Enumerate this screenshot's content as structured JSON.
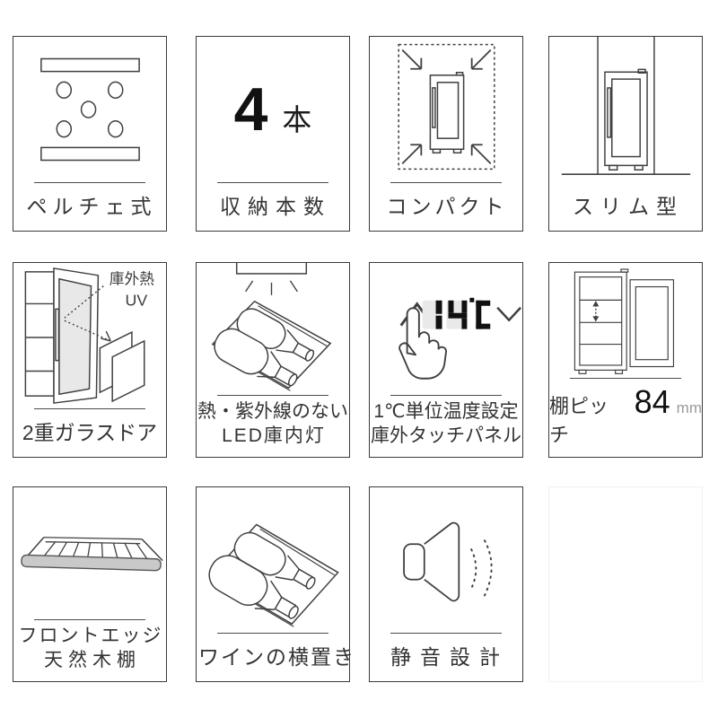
{
  "colors": {
    "line": "#404040",
    "box_border": "#3a3a3a",
    "glass_fill": "#e8e8e8",
    "wood_bar_fill": "#c9c9c9",
    "ghost_segment": "#e9e9e9",
    "digit": "#111111",
    "muted_unit": "#9a9a9a",
    "empty_box_border": "#f1f1f1"
  },
  "features": [
    {
      "key": "peltier",
      "label": "ペルチェ式"
    },
    {
      "key": "capacity",
      "label": "収納本数",
      "value": "4",
      "unit": "本"
    },
    {
      "key": "compact",
      "label": "コンパクト"
    },
    {
      "key": "slim",
      "label": "スリム型"
    },
    {
      "key": "double_glass_door",
      "label": "2重ガラスドア",
      "note1": "庫外熱",
      "note2": "UV"
    },
    {
      "key": "led_light",
      "label1": "熱・紫外線のない",
      "label2": "LED庫内灯"
    },
    {
      "key": "temp_panel",
      "label1": "1℃単位温度設定",
      "label2": "庫外タッチパネル",
      "display_value": "14",
      "display_unit": "℃"
    },
    {
      "key": "shelf_pitch",
      "label": "棚ピッチ",
      "value": "84",
      "unit": "mm"
    },
    {
      "key": "wood_shelf",
      "label1": "フロントエッジ",
      "label2": "天然木棚"
    },
    {
      "key": "wine_horizontal",
      "label": "ワインの横置き"
    },
    {
      "key": "quiet",
      "label": "静音設計"
    },
    {
      "key": "empty",
      "label": ""
    }
  ]
}
